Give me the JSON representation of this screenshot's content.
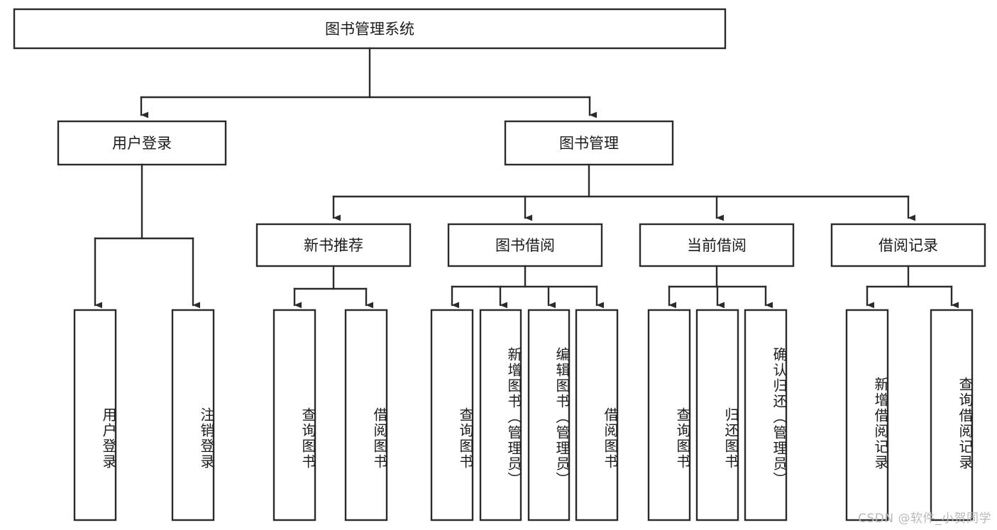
{
  "diagram": {
    "type": "hierarchy-tree",
    "title": "图书管理系统",
    "root": {
      "id": "root",
      "label": "图书管理系统"
    },
    "level2": [
      {
        "id": "user-login",
        "label": "用户登录"
      },
      {
        "id": "book-management",
        "label": "图书管理"
      }
    ],
    "level3": [
      {
        "id": "new-book-recommend",
        "label": "新书推荐",
        "parent": "book-management"
      },
      {
        "id": "book-borrow",
        "label": "图书借阅",
        "parent": "book-management"
      },
      {
        "id": "current-borrow",
        "label": "当前借阅",
        "parent": "book-management"
      },
      {
        "id": "borrow-record",
        "label": "借阅记录",
        "parent": "book-management"
      }
    ],
    "leaves": [
      {
        "id": "leaf-user-login",
        "label": "用户登录",
        "parent": "user-login"
      },
      {
        "id": "leaf-logout",
        "label": "注销登录",
        "parent": "user-login"
      },
      {
        "id": "leaf-query-book-1",
        "label": "查询图书",
        "parent": "new-book-recommend"
      },
      {
        "id": "leaf-borrow-book-1",
        "label": "借阅图书",
        "parent": "new-book-recommend"
      },
      {
        "id": "leaf-query-book-2",
        "label": "查询图书",
        "parent": "book-borrow"
      },
      {
        "id": "leaf-add-book",
        "label": "新增图书（管理员）",
        "parent": "book-borrow"
      },
      {
        "id": "leaf-edit-book",
        "label": "编辑图书（管理员）",
        "parent": "book-borrow"
      },
      {
        "id": "leaf-borrow-book-2",
        "label": "借阅图书",
        "parent": "book-borrow"
      },
      {
        "id": "leaf-query-book-3",
        "label": "查询图书",
        "parent": "current-borrow"
      },
      {
        "id": "leaf-return-book",
        "label": "归还图书",
        "parent": "current-borrow"
      },
      {
        "id": "leaf-confirm-return",
        "label": "确认归还（管理员）",
        "parent": "current-borrow"
      },
      {
        "id": "leaf-add-record",
        "label": "新增借阅记录",
        "parent": "borrow-record"
      },
      {
        "id": "leaf-query-record",
        "label": "查询借阅记录",
        "parent": "borrow-record"
      }
    ],
    "watermark": "CSDN @软件_小贺同学",
    "colors": {
      "stroke": "#2b2b2b",
      "box_fill": "#ffffff",
      "text": "#1b1b1b",
      "background": "#ffffff",
      "watermark": "#b9b9b9"
    }
  }
}
